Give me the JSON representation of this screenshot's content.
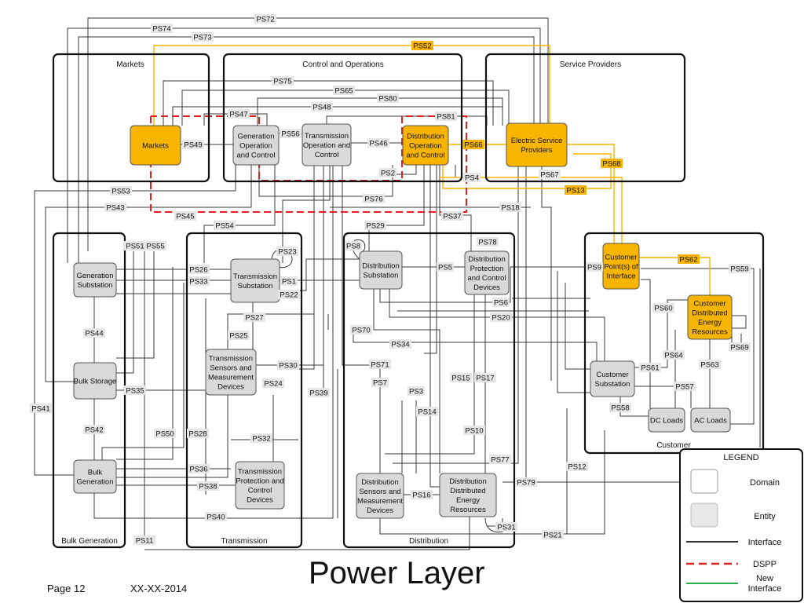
{
  "title": "Power Layer",
  "footer": {
    "page": "Page 12",
    "date": "XX-XX-2014"
  },
  "domains": {
    "markets": "Markets",
    "control_ops": "Control and Operations",
    "service_providers": "Service Providers",
    "bulk_generation": "Bulk Generation",
    "transmission": "Transmission",
    "distribution": "Distribution",
    "customer": "Customer"
  },
  "entities": {
    "markets": [
      "Markets"
    ],
    "gen_op_control": [
      "Generation",
      "Operation",
      "and Control"
    ],
    "trans_op_control": [
      "Transmission",
      "Operation and",
      "Control"
    ],
    "dist_op_control": [
      "Distribution",
      "Operation",
      "and Control"
    ],
    "esp": [
      "Electric Service",
      "Providers"
    ],
    "gen_substation": [
      "Generation",
      "Substation"
    ],
    "bulk_storage": [
      "Bulk Storage"
    ],
    "bulk_generation": [
      "Bulk",
      "Generation"
    ],
    "trans_substation": [
      "Transmission",
      "Substation"
    ],
    "trans_sensors": [
      "Transmission",
      "Sensors and",
      "Measurement",
      "Devices"
    ],
    "trans_protection": [
      "Transmission",
      "Protection and",
      "Control",
      "Devices"
    ],
    "dist_substation": [
      "Distribution",
      "Substation"
    ],
    "dist_protection": [
      "Distribution",
      "Protection",
      "and Control",
      "Devices"
    ],
    "dist_sensors": [
      "Distribution",
      "Sensors and",
      "Measurement",
      "Devices"
    ],
    "dist_der": [
      "Distribution",
      "Distributed",
      "Energy",
      "Resources"
    ],
    "customer_poi": [
      "Customer",
      "Point(s) of",
      "Interface"
    ],
    "customer_der": [
      "Customer",
      "Distributed",
      "Energy",
      "Resources"
    ],
    "customer_substation": [
      "Customer",
      "Substation"
    ],
    "dc_loads": [
      "DC Loads"
    ],
    "ac_loads": [
      "AC Loads"
    ]
  },
  "legend": {
    "title": "LEGEND",
    "items": [
      {
        "swatch": "domain",
        "label": [
          "Domain"
        ]
      },
      {
        "swatch": "entity",
        "label": [
          "Entity"
        ]
      },
      {
        "swatch": "interface",
        "label": [
          "Interface"
        ]
      },
      {
        "swatch": "dspp",
        "label": [
          "DSPP"
        ]
      },
      {
        "swatch": "new",
        "label": [
          "New",
          "Interface"
        ]
      }
    ]
  },
  "colors": {
    "orange_fill": "#f7b500",
    "gray_fill": "#d9d9d9",
    "interface_line": "#3a3a3a",
    "dspp": "#e02020",
    "new_interface": "#22b14c",
    "new_line": "#f7b500"
  },
  "labels": [
    {
      "t": "PS72",
      "o": false
    },
    {
      "t": "PS74",
      "o": false
    },
    {
      "t": "PS73",
      "o": false
    },
    {
      "t": "PS52",
      "o": true
    },
    {
      "t": "PS75",
      "o": false
    },
    {
      "t": "PS65",
      "o": false
    },
    {
      "t": "PS80",
      "o": false
    },
    {
      "t": "PS48",
      "o": false
    },
    {
      "t": "PS47",
      "o": false
    },
    {
      "t": "PS81",
      "o": false
    },
    {
      "t": "PS49",
      "o": false
    },
    {
      "t": "PS56",
      "o": false
    },
    {
      "t": "PS46",
      "o": false
    },
    {
      "t": "PS66",
      "o": true
    },
    {
      "t": "PS68",
      "o": true
    },
    {
      "t": "PS2",
      "o": false
    },
    {
      "t": "PS4",
      "o": false
    },
    {
      "t": "PS67",
      "o": false
    },
    {
      "t": "PS13",
      "o": true
    },
    {
      "t": "PS53",
      "o": false
    },
    {
      "t": "PS76",
      "o": false
    },
    {
      "t": "PS43",
      "o": false
    },
    {
      "t": "PS18",
      "o": false
    },
    {
      "t": "PS45",
      "o": false
    },
    {
      "t": "PS37",
      "o": false
    },
    {
      "t": "PS54",
      "o": false
    },
    {
      "t": "PS29",
      "o": false
    },
    {
      "t": "PS78",
      "o": false
    },
    {
      "t": "PS51",
      "o": false
    },
    {
      "t": "PS55",
      "o": false
    },
    {
      "t": "PS23",
      "o": false
    },
    {
      "t": "PS8",
      "o": false
    },
    {
      "t": "PS62",
      "o": true
    },
    {
      "t": "PS26",
      "o": false
    },
    {
      "t": "PS5",
      "o": false
    },
    {
      "t": "PS9",
      "o": false
    },
    {
      "t": "PS59",
      "o": false
    },
    {
      "t": "PS33",
      "o": false
    },
    {
      "t": "PS1",
      "o": false
    },
    {
      "t": "PS22",
      "o": false
    },
    {
      "t": "PS6",
      "o": false
    },
    {
      "t": "PS60",
      "o": false
    },
    {
      "t": "PS20",
      "o": false
    },
    {
      "t": "PS27",
      "o": false
    },
    {
      "t": "PS70",
      "o": false
    },
    {
      "t": "PS44",
      "o": false
    },
    {
      "t": "PS25",
      "o": false
    },
    {
      "t": "PS69",
      "o": false
    },
    {
      "t": "PS34",
      "o": false
    },
    {
      "t": "PS64",
      "o": false
    },
    {
      "t": "PS30",
      "o": false
    },
    {
      "t": "PS71",
      "o": false
    },
    {
      "t": "PS61",
      "o": false
    },
    {
      "t": "PS63",
      "o": false
    },
    {
      "t": "PS35",
      "o": false
    },
    {
      "t": "PS24",
      "o": false
    },
    {
      "t": "PS15",
      "o": false
    },
    {
      "t": "PS17",
      "o": false
    },
    {
      "t": "PS7",
      "o": false
    },
    {
      "t": "PS57",
      "o": false
    },
    {
      "t": "PS41",
      "o": false
    },
    {
      "t": "PS39",
      "o": false
    },
    {
      "t": "PS3",
      "o": false
    },
    {
      "t": "PS14",
      "o": false
    },
    {
      "t": "PS58",
      "o": false
    },
    {
      "t": "PS42",
      "o": false
    },
    {
      "t": "PS50",
      "o": false
    },
    {
      "t": "PS28",
      "o": false
    },
    {
      "t": "PS10",
      "o": false
    },
    {
      "t": "PS32",
      "o": false
    },
    {
      "t": "PS77",
      "o": false
    },
    {
      "t": "PS36",
      "o": false
    },
    {
      "t": "PS12",
      "o": false
    },
    {
      "t": "PS38",
      "o": false
    },
    {
      "t": "PS79",
      "o": false
    },
    {
      "t": "PS16",
      "o": false
    },
    {
      "t": "PS40",
      "o": false
    },
    {
      "t": "PS31",
      "o": false
    },
    {
      "t": "PS21",
      "o": false
    },
    {
      "t": "PS11",
      "o": false
    }
  ]
}
